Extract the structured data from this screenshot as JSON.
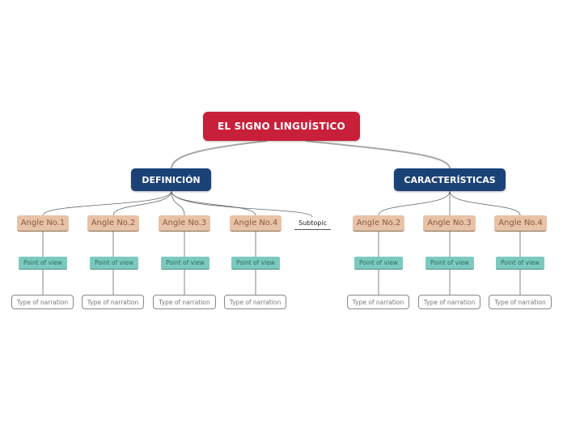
{
  "root": {
    "label": "EL SIGNO LINGUÍSTICO"
  },
  "branches": [
    {
      "label": "DEFINICIÓN",
      "children": [
        {
          "angle": "Angle No.1",
          "pov": "Point of view",
          "narration": "Type of narration"
        },
        {
          "angle": "Angle No.2",
          "pov": "Point of view",
          "narration": "Type of narration"
        },
        {
          "angle": "Angle No.3",
          "pov": "Point of view",
          "narration": "Type of narration"
        },
        {
          "angle": "Angle No.4",
          "pov": "Point of view",
          "narration": "Type of narration"
        }
      ],
      "extra": "Subtopic"
    },
    {
      "label": "CARACTERÍSTICAS",
      "children": [
        {
          "angle": "Angle No.2",
          "pov": "Point of view",
          "narration": "Type of narration"
        },
        {
          "angle": "Angle No.3",
          "pov": "Point of view",
          "narration": "Type of narration"
        },
        {
          "angle": "Angle No.4",
          "pov": "Point of view",
          "narration": "Type of narration"
        }
      ]
    }
  ],
  "colors": {
    "root": "#c8203a",
    "main_topic": "#1b4277",
    "angle": "#e8c2a6",
    "point_of_view": "#7ccabf",
    "narration_border": "#888888"
  }
}
